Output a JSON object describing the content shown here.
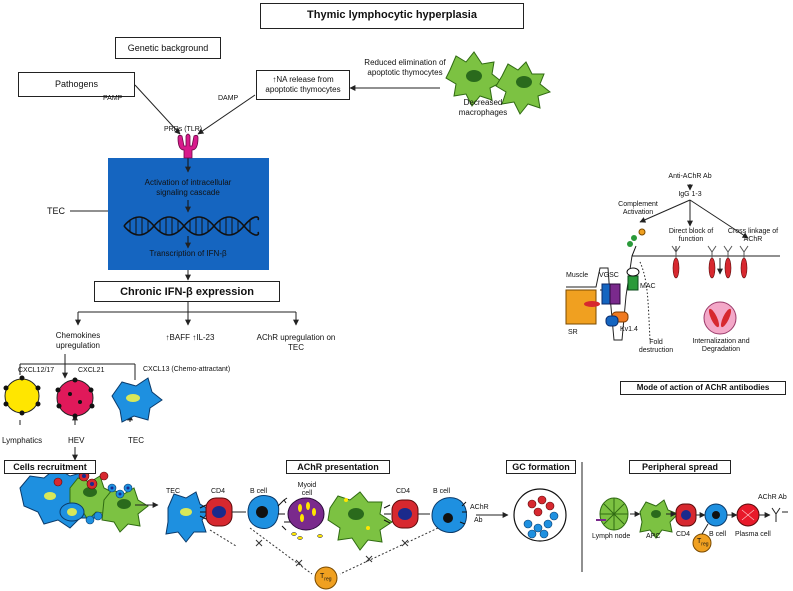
{
  "title": "Thymic lymphocytic hyperplasia",
  "genetic_background": "Genetic background",
  "pathogens": "Pathogens",
  "pamp": "PAMP",
  "damp": "DAMP",
  "na_release": "↑NA release from apoptotic thymocytes",
  "reduced_elimination": "Reduced elimination of apoptotic thymocytes",
  "decreased_macrophages": "Decreased macrophages",
  "prrs": "PRRs (TLR)",
  "tec_label": "TEC",
  "blue_box": {
    "activation": "Activation of intracellular signaling cascade",
    "transcription": "Transcription of IFN-β"
  },
  "chronic_ifn": "Chronic IFN-β expression",
  "chemokines": "Chemokines upregulation",
  "baff": "↑BAFF ↑IL-23",
  "achr_upreg": "AChR upregulation on TEC",
  "cxcl12": "CXCL12/17",
  "cxcl21": "CXCL21",
  "cxcl13": "CXCL13 (Chemo-attractant)",
  "lymphatics": "Lymphatics",
  "hev": "HEV",
  "tec_cell": "TEC",
  "cells_recruitment": "Cells recruitment",
  "achr_presentation": "AChR presentation",
  "gc_formation": "GC formation",
  "peripheral_spread": "Peripheral spread",
  "presentation_labels": {
    "tec": "TEC",
    "cd4_a": "CD4",
    "bcell_a": "B cell",
    "myoid": "Myoid cell",
    "cd4_b": "CD4",
    "bcell_b": "B cell",
    "achr": "AChR",
    "ab": "Ab",
    "treg": "T",
    "treg_sub": "reg"
  },
  "peripheral_labels": {
    "lymph_node": "Lymph node",
    "apc": "APC",
    "cd4": "CD4",
    "bcell": "B cell",
    "plasma": "Plasma cell",
    "achr_ab": "AChR Ab",
    "treg": "T",
    "treg_sub": "reg"
  },
  "moa": {
    "anti_achr": "Anti-AChR Ab",
    "igg": "IgG 1-3",
    "complement": "Complement Activation",
    "direct_block": "Direct block of function",
    "cross_linkage": "Cross linkage of AChR",
    "muscle": "Muscle",
    "vgsc": "VGSC",
    "mac": "MAC",
    "sr": "SR",
    "kv": "Kv1.4",
    "fold": "Fold destruction",
    "internalization": "Internalization and Degradation",
    "title": "Mode of action of AChR antibodies"
  },
  "colors": {
    "blue_box": "#1565c0",
    "macrophage": "#7cc242",
    "cd4": "#d7282f",
    "bcell": "#1e90e0",
    "nucleus": "#1a2a8c",
    "treg": "#f0a020",
    "yellow_cell": "#ffe600",
    "magenta_cell": "#e0195a",
    "prr": "#d81b8c",
    "myoid": "#7a2a8c"
  }
}
